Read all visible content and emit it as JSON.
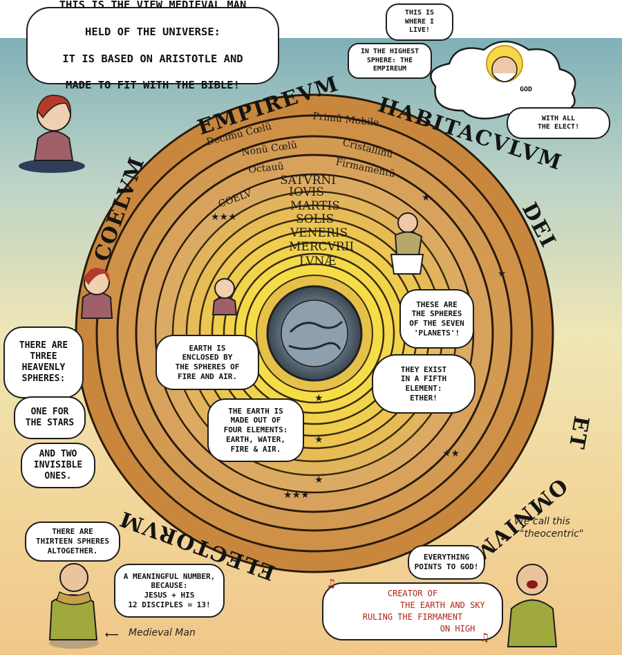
{
  "top_bubble": {
    "lines": [
      "THIS IS THE VIEW MEDIEVAL MAN",
      "HELD OF THE UNIVERSE:",
      "IT IS BASED ON ARISTOTLE AND",
      "MADE TO FIT WITH THE BIBLE!"
    ]
  },
  "god": {
    "label": "GOD",
    "bubble_where": "THIS IS\nWHERE I\nLIVE!",
    "bubble_sphere": "IN THE HIGHEST\nSPHERE: THE\nEMPIREUM",
    "bubble_elect": "WITH ALL\nTHE ELECT!"
  },
  "ring_words": {
    "empireum": "EMPIREVM",
    "habitaculum": "HABITACVLVM",
    "dei": "DEI",
    "et": "ET",
    "omnium": "OMNIVM",
    "electorum": "ELECTORVM",
    "coelum": "COELVM"
  },
  "sphere_labels": {
    "decimum": "Decimũ Cœlũ",
    "primum_mobile": "Primũ Mobile",
    "nonum": "Nonũ Cœlũ",
    "cristallinum": "Cristallinũ",
    "octauum": "Octauũ",
    "firmamentum": "Firmamentũ",
    "saturni": "SATVRNI",
    "iouis": "IOVIS",
    "martis": "MARTIS",
    "solis": "SOLIS",
    "veneris": "VENERIS",
    "mercurii": "MERCVRII",
    "lunae": "LVNÆ",
    "coelum_inner": "COELV"
  },
  "bubbles": {
    "three_spheres": "THERE ARE\nTHREE\nHEAVENLY\nSPHERES:",
    "one_for_stars": "ONE FOR\nTHE STARS",
    "two_invisible": "AND TWO\nINVISIBLE\nONES.",
    "earth_enclosed": "EARTH IS\nENCLOSED BY\nTHE SPHERES OF\nFIRE AND AIR.",
    "four_elements": "THE EARTH IS\nMADE OUT OF\nFOUR ELEMENTS:\nEARTH, WATER,\nFIRE & AIR.",
    "seven_planets": "THESE ARE\nTHE SPHERES\nOF THE SEVEN\n'PLANETS'!",
    "fifth_element": "THEY EXIST\nIN A FIFTH\nELEMENT:\nETHER!",
    "thirteen": "THERE ARE\nTHIRTEEN SPHERES\nALTOGETHER.",
    "meaningful": "A MEANINGFUL NUMBER,\nBECAUSE:\nJESUS + HIS\n12 DISCIPLES = 13!",
    "everything_points": "EVERYTHING\nPOINTS TO GOD!"
  },
  "song": {
    "text": "CREATOR OF\n            THE EARTH AND SKY\nRULING THE FIRMAMENT\n                  ON HIGH"
  },
  "captions": {
    "medieval_man": "Medieval Man",
    "we_call_this": "We call this",
    "theocentric": "\"theocentric\""
  },
  "colors": {
    "ring_orange": "#c9883e",
    "ring_light": "#d9a25e",
    "inner_yellow": "#f4d34a",
    "earth_grey": "#6f7e8c",
    "song_red": "#b02418"
  }
}
